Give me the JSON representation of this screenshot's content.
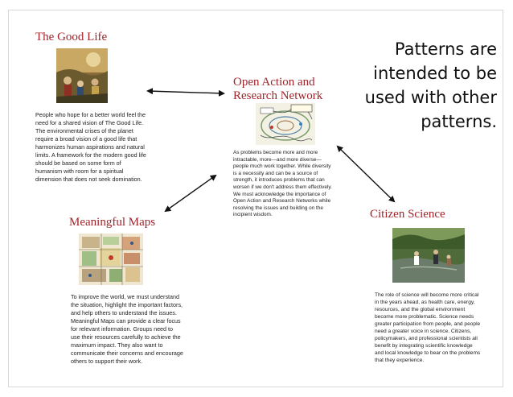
{
  "headline": "Patterns are intended to be used with other patterns.",
  "good_life": {
    "title": "The Good Life",
    "text": "People who hope for a better world feel the need for a shared vision of The Good Life. The environmental crises of the planet require a broad vision of a good life that harmonizes human aspirations and natural limits. A framework for the modern good life should be based on some form of humanism with room for a spiritual dimension that does not seek domination."
  },
  "open_action": {
    "title_line1": "Open Action and",
    "title_line2": "Research Network",
    "text": "As problems become more and more intractable, more—and more diverse—people much work together. While diversity is a necessity and can be a source of strength, it introduces problems that can worsen if we don't address them effectively. We must acknowledge the importance of Open Action and Research Networks while resolving the issues and building on the incipient wisdom."
  },
  "meaningful_maps": {
    "title": "Meaningful Maps",
    "text": "To improve the world, we must understand the situation, highlight the important factors, and help others to understand the issues. Meaningful Maps can provide a clear focus for relevant information. Groups need to use their resources carefully to achieve the maximum impact. They also want to communicate their concerns and encourage others to support their work."
  },
  "citizen_science": {
    "title": "Citizen Science",
    "text": "The role of science will become more critical in the years ahead, as health care, energy, resources, and the global environment become more problematic. Science needs greater participation from people, and people need a greater voice in science. Citizens, policymakers, and professional scientists all benefit by integrating scientific knowledge and local knowledge to bear on the problems that they experience."
  },
  "colors": {
    "title_red": "#a0242b",
    "arrow": "#111111",
    "frame_border": "#d8d8d8"
  }
}
